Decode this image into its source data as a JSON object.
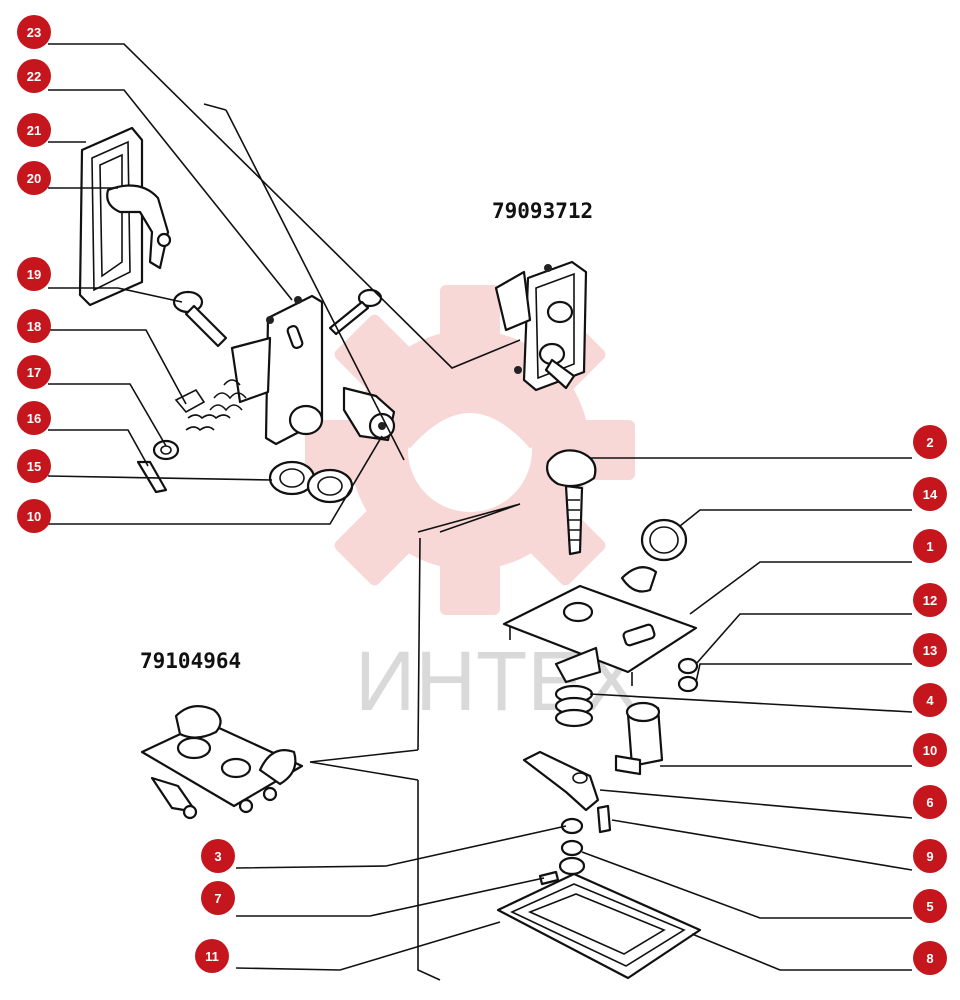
{
  "diagram": {
    "assembly_codes": [
      "79093712",
      "79104964"
    ],
    "watermark": "ИНТЕХ",
    "callouts": [
      "23",
      "22",
      "21",
      "20",
      "19",
      "18",
      "17",
      "16",
      "15",
      "10",
      "2",
      "14",
      "1",
      "12",
      "13",
      "4",
      "10",
      "6",
      "3",
      "9",
      "7",
      "5",
      "11",
      "8"
    ],
    "colors": {
      "badge": "#c4161c",
      "watermark_gear": "#f4c4c4",
      "lines": "#111111"
    }
  }
}
